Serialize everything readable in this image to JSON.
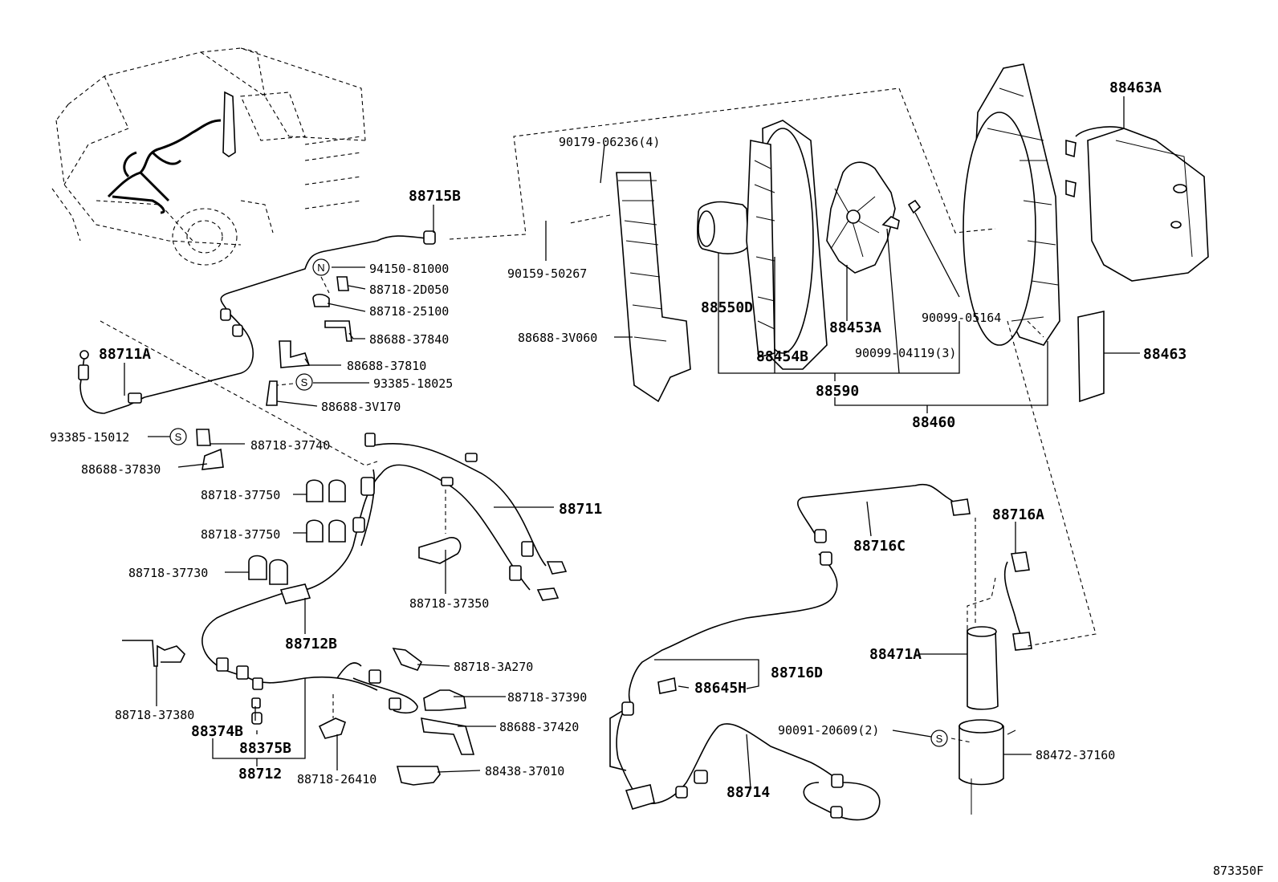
{
  "diagram_code": "873350F",
  "labels": {
    "p88715B": "88715B",
    "p94150_81000": "94150-81000",
    "p88718_2D050": "88718-2D050",
    "p88718_25100": "88718-25100",
    "p88688_37840": "88688-37840",
    "p88688_37810": "88688-37810",
    "p93385_18025": "93385-18025",
    "p88688_3V170": "88688-3V170",
    "p88711A": "88711A",
    "p93385_15012": "93385-15012",
    "p88718_37740": "88718-37740",
    "p88688_37830": "88688-37830",
    "p88718_37750a": "88718-37750",
    "p88718_37750b": "88718-37750",
    "p88718_37730": "88718-37730",
    "p88711": "88711",
    "p88718_37350": "88718-37350",
    "p88712B": "88712B",
    "p88718_3A270": "88718-3A270",
    "p88718_37390": "88718-37390",
    "p88688_37420": "88688-37420",
    "p88718_37380": "88718-37380",
    "p88374B": "88374B",
    "p88375B": "88375B",
    "p88712": "88712",
    "p88718_26410": "88718-26410",
    "p88438_37010": "88438-37010",
    "p90179_06236": "90179-06236(4)",
    "p90159_50267": "90159-50267",
    "p88688_3V060": "88688-3V060",
    "p88550D": "88550D",
    "p88454B": "88454B",
    "p88453A": "88453A",
    "p90099_04119": "90099-04119(3)",
    "p90099_05164": "90099-05164",
    "p88590": "88590",
    "p88460": "88460",
    "p88463A": "88463A",
    "p88463": "88463",
    "p88716C": "88716C",
    "p88716A": "88716A",
    "p88471A": "88471A",
    "p88716D": "88716D",
    "p88645H": "88645H",
    "p90091_20609": "90091-20609(2)",
    "p88472_37160": "88472-37160",
    "p88714": "88714"
  },
  "symbols": {
    "n_symbol": "N",
    "s_symbol_a": "S",
    "s_symbol_b": "S",
    "s_symbol_c": "S"
  }
}
